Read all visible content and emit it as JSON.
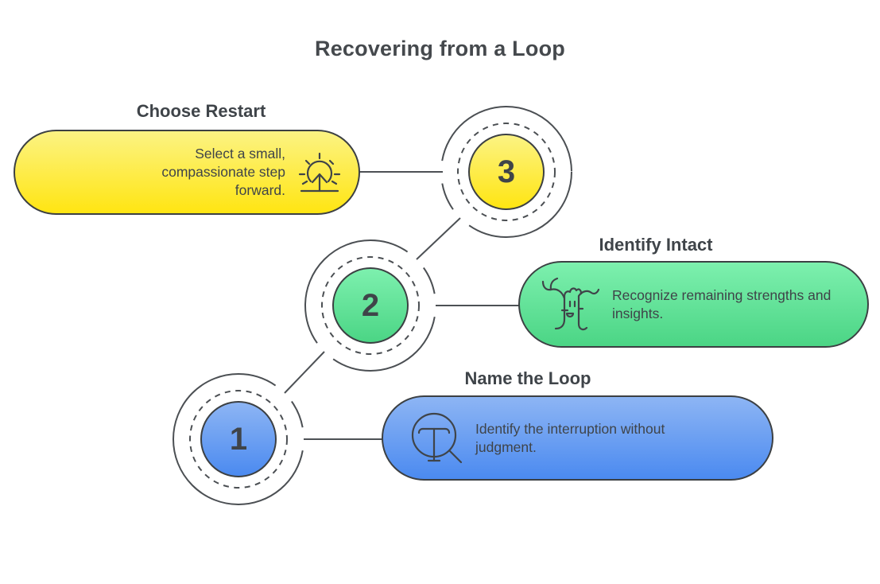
{
  "title": "Recovering from a Loop",
  "colors": {
    "outline": "#3c4043",
    "wire": "#4d5155",
    "text": "#3f4449",
    "blue": "#4b8af0",
    "blue_light": "#8db5f4",
    "green": "#4bd585",
    "green_light": "#7df0ae",
    "yellow": "#ffe512",
    "yellow_light": "#fcf383"
  },
  "steps": [
    {
      "number": "1",
      "heading": "Name the Loop",
      "description": "Identify the interruption without judgment.",
      "icon": "search-text-icon",
      "color": "#4b8af0"
    },
    {
      "number": "2",
      "heading": "Identify Intact",
      "description": "Recognize remaining strengths and insights.",
      "icon": "tree-icon",
      "color": "#4bd585"
    },
    {
      "number": "3",
      "heading": "Choose Restart",
      "description": "Select a small, compassionate step forward.",
      "icon": "sunrise-icon",
      "color": "#ffe512"
    }
  ]
}
